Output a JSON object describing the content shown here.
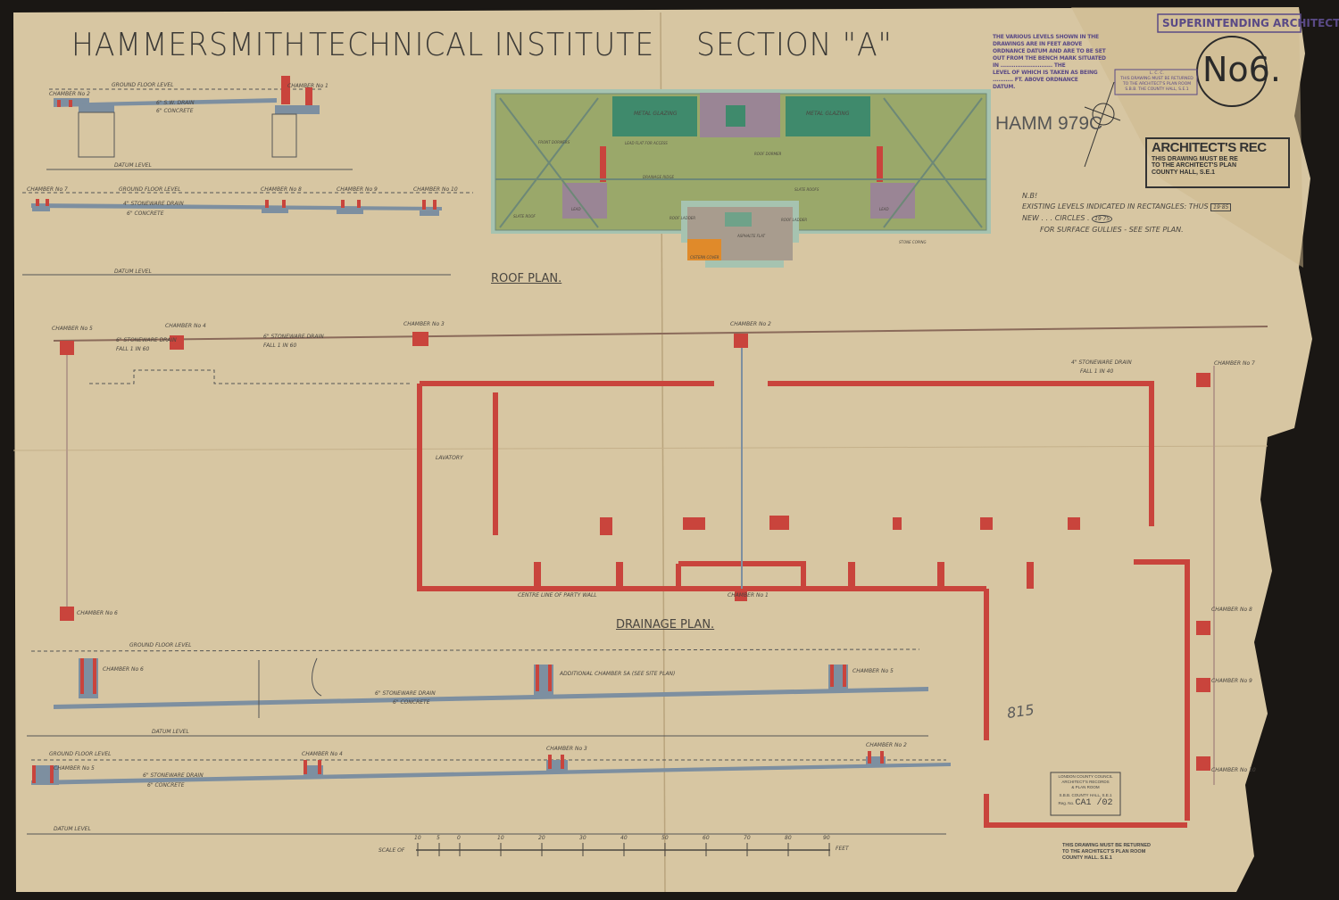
{
  "title": {
    "part1": "HAMMERSMITH",
    "part2": "TECHNICAL INSTITUTE",
    "part3": "SECTION \"A\""
  },
  "stamps": {
    "superintending": "SUPERINTENDING ARCHITECT",
    "levels_note": [
      "THE VARIOUS LEVELS SHOWN IN THE",
      "DRAWINGS ARE IN FEET ABOVE",
      "ORDNANCE DATUM AND ARE TO BE SET",
      "OUT FROM THE BENCH MARK SITUATED",
      "IN ............................ THE",
      "LEVEL OF WHICH IS TAKEN AS BEING",
      "........... FT. ABOVE ORDNANCE",
      "DATUM."
    ],
    "lcc_small": [
      "L. C. C.",
      "THIS DRAWING MUST BE RETURNED",
      "TO THE ARCHITECT'S PLAN ROOM",
      "S.B.B. THE COUNTY HALL, S.E.1"
    ],
    "sheet_number": "No6.",
    "ref_code": "HAMM 979C",
    "records": [
      "ARCHITECT'S REC",
      "THIS DRAWING MUST BE RE",
      "TO THE ARCHITECT'S PLAN",
      "COUNTY HALL, S.E.1"
    ],
    "plan_room_box": [
      "LONDON COUNTY COUNCIL",
      "ARCHITECT'S RECORDS",
      "& PLAN ROOM",
      "S.B.B. COUNTY HALL, S.E.1"
    ],
    "reg_no_label": "Reg. No.",
    "reg_no": "CA1 /02",
    "return_note": [
      "THIS DRAWING MUST BE RETURNED",
      "TO THE ARCHITECT'S PLAN ROOM",
      "COUNTY HALL. S.E.1"
    ],
    "pencil_number": "815"
  },
  "notes": {
    "nb": "N.B!",
    "line1": "EXISTING LEVELS INDICATED IN RECTANGLES: THUS",
    "line2": "NEW  .  .  .  CIRCLES  .",
    "line3": "FOR SURFACE GULLIES - SEE SITE PLAN.",
    "rect_sample": "19·85",
    "circle_sample": "19·75"
  },
  "roof_plan": {
    "title": "ROOF PLAN.",
    "labels": [
      "METAL GLAZING",
      "METAL GLAZING",
      "LEAD FLAT FOR ACCESS",
      "ROOF DORMER",
      "DRAINAGE RIDGE",
      "SLATE ROOFS",
      "SLATE ROOF",
      "LEAD",
      "LEAD",
      "ROOF LADDER",
      "ROOF LADDER",
      "ASPHALTE FLAT",
      "CISTERN COVER",
      "FRONT DORMERS",
      "STONE COPING"
    ]
  },
  "drainage_plan": {
    "title": "DRAINAGE PLAN.",
    "chambers": [
      "CHAMBER No 5",
      "CHAMBER No 4",
      "CHAMBER No 3",
      "CHAMBER No 2",
      "CHAMBER No 1",
      "CHAMBER No 6",
      "CHAMBER No 7",
      "CHAMBER No 8",
      "CHAMBER No 9",
      "CHAMBER No 10"
    ],
    "drain_labels": [
      "6\" STONEWARE DRAIN",
      "FALL 1 IN 60",
      "6\" STONEWARE DRAIN",
      "FALL 1 IN 60",
      "4\" STONEWARE DRAIN",
      "FALL 1 IN 40",
      "CENTRE LINE OF PARTY WALL",
      "LAVATORY"
    ]
  },
  "sections": {
    "top1": [
      "CHAMBER No 2",
      "GROUND FLOOR LEVEL",
      "CHAMBER No 1",
      "6\" S.W. DRAIN",
      "6\" CONCRETE",
      "DATUM LEVEL"
    ],
    "top2": [
      "CHAMBER No 7",
      "GROUND FLOOR LEVEL",
      "CHAMBER No 8",
      "CHAMBER No 9",
      "CHAMBER No 10",
      "4\" STONEWARE DRAIN",
      "6\" CONCRETE",
      "DATUM LEVEL"
    ],
    "bottom1": [
      "CHAMBER No 6",
      "ADDITIONAL CHAMBER 5A (SEE SITE PLAN)",
      "CHAMBER No 5",
      "GROUND FLOOR LEVEL",
      "6\" STONEWARE DRAIN",
      "6\" CONCRETE",
      "DATUM LEVEL"
    ],
    "bottom2": [
      "CHAMBER No 5",
      "CHAMBER No 4",
      "CHAMBER No 3",
      "CHAMBER No 2",
      "GROUND FLOOR LEVEL",
      "6\" STONEWARE DRAIN",
      "6\" CONCRETE",
      "DATUM LEVEL"
    ]
  },
  "scale": {
    "label": "SCALE OF",
    "unit": "FEET",
    "ticks": [
      "10",
      "5",
      "0",
      "10",
      "20",
      "30",
      "40",
      "50",
      "60",
      "70",
      "80",
      "90"
    ]
  },
  "colors": {
    "paper": "#d9c9a6",
    "wall_red": "#c9443c",
    "roof_green": "#9aa86a",
    "glazing_green": "#3f8a6c",
    "lead_purple": "#9a8595",
    "cistern_orange": "#e08a2a",
    "stamp_purple": "#5a4a86",
    "concrete_blue": "#7d8fa0"
  }
}
